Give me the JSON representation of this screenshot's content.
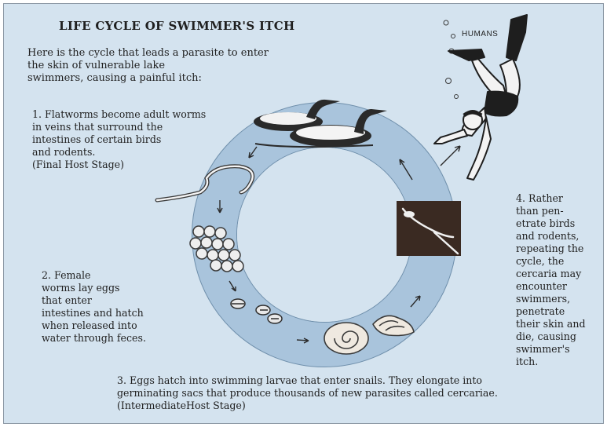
{
  "title": "LIFE CYCLE OF SWIMMER'S ITCH",
  "intro": [
    "Here is the cycle that leads a parasite to enter",
    "the skin of vulnerable lake",
    "swimmers, causing a painful itch:"
  ],
  "steps": {
    "step1": [
      "1. Flatworms become adult worms",
      "in veins that surround the",
      "intestines of certain birds",
      "and rodents.",
      "(Final Host Stage)"
    ],
    "step2": [
      "2. Female",
      "worms lay eggs",
      "that enter",
      "intestines and hatch",
      "when released into",
      "water through feces."
    ],
    "step3": [
      "3. Eggs hatch into swimming larvae that enter snails. They elongate into",
      "germinating sacs that produce thousands of new parasites called cercariae.",
      "(IntermediateHost Stage)"
    ],
    "step4": [
      "4. Rather",
      "than pen-",
      "etrate birds",
      "and rodents,",
      "repeating the",
      "cycle, the",
      "cercaria may",
      "encounter",
      "swimmers,",
      "penetrate",
      "their skin and",
      "die, causing",
      "swimmer's",
      "itch."
    ]
  },
  "humans_label": "HUMANS",
  "colors": {
    "background": "#d4e3ef",
    "cycle_ring": "#a9c4dc",
    "cycle_edge": "#6f8fab",
    "ink": "#1f1f1f",
    "cercaria_box": "#3a2a22"
  },
  "icons": [
    "duck-icon",
    "worm-icon",
    "eggs-icon",
    "larvae-icon",
    "snail-icon",
    "cercaria-icon",
    "swimmer-icon"
  ]
}
